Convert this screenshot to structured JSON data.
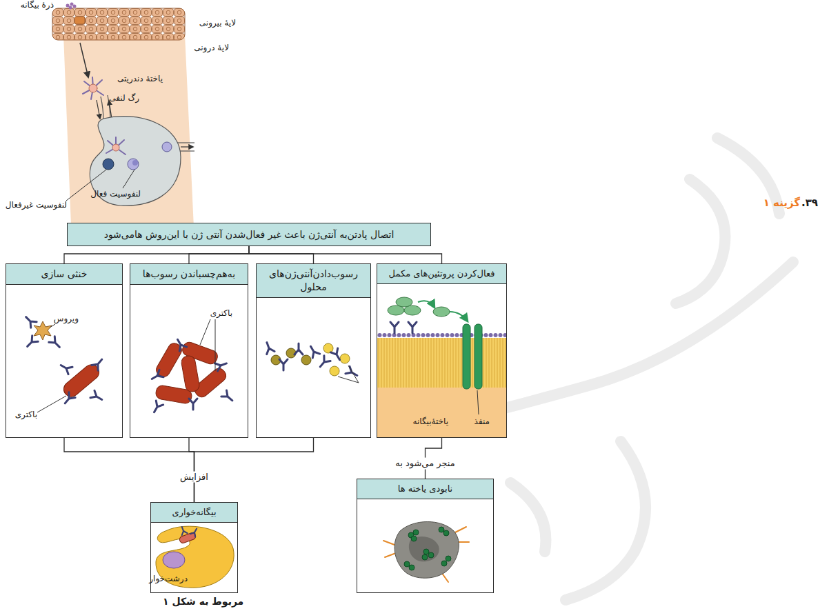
{
  "diagram": {
    "caption": "مربوط به شکل ۱",
    "nodes": [
      {
        "text": [
          "اتصال پادتن‌به آنتی‌ژن باعث غیر فعال‌شدن آنتی ژن با این‌روش هامی‌شود"
        ]
      },
      {
        "text": [
          "خنثی سازی"
        ]
      },
      {
        "text": [
          "به‌هم‌چسباندن رسوب‌ها"
        ]
      },
      {
        "text": [
          "رسوب‌دادن‌آنتی‌ژن‌های محلول"
        ]
      },
      {
        "text": [
          "فعال‌کردن پروتئین‌های مکمل"
        ]
      },
      {
        "text": [
          "بیگانه‌خواری"
        ]
      },
      {
        "text": [
          "نابودی یاخته ها"
        ]
      }
    ],
    "edges": [
      {
        "from": 0,
        "to": 1,
        "arrow": "none"
      },
      {
        "from": 0,
        "to": 2,
        "arrow": "none"
      },
      {
        "from": 0,
        "to": 3,
        "arrow": "none"
      },
      {
        "from": 0,
        "to": 4,
        "arrow": "none"
      },
      {
        "from": 1,
        "to": 5,
        "arrow": "none"
      },
      {
        "from": 2,
        "to": 5,
        "label": "افزایش",
        "arrow": "none"
      },
      {
        "from": 3,
        "to": 5,
        "arrow": "none"
      },
      {
        "from": 4,
        "to": 6,
        "label": "منجر می‌شود به",
        "arrow": "none"
      }
    ],
    "labels": [
      "ذرهٔ بیگانه",
      "لایهٔ بیرونی",
      "لایهٔ درونی",
      "یاختهٔ دندریتی",
      "رگ لنفی",
      "لنفوسیت غیرفعال",
      "لنفوسیت فعال",
      "ویروس",
      "باکتری",
      "باکتری",
      "منفذ",
      "یاختهٔ‌بیگانه",
      "درشت‌خوار",
      "۳۹.",
      "گزینه ۱"
    ]
  }
}
